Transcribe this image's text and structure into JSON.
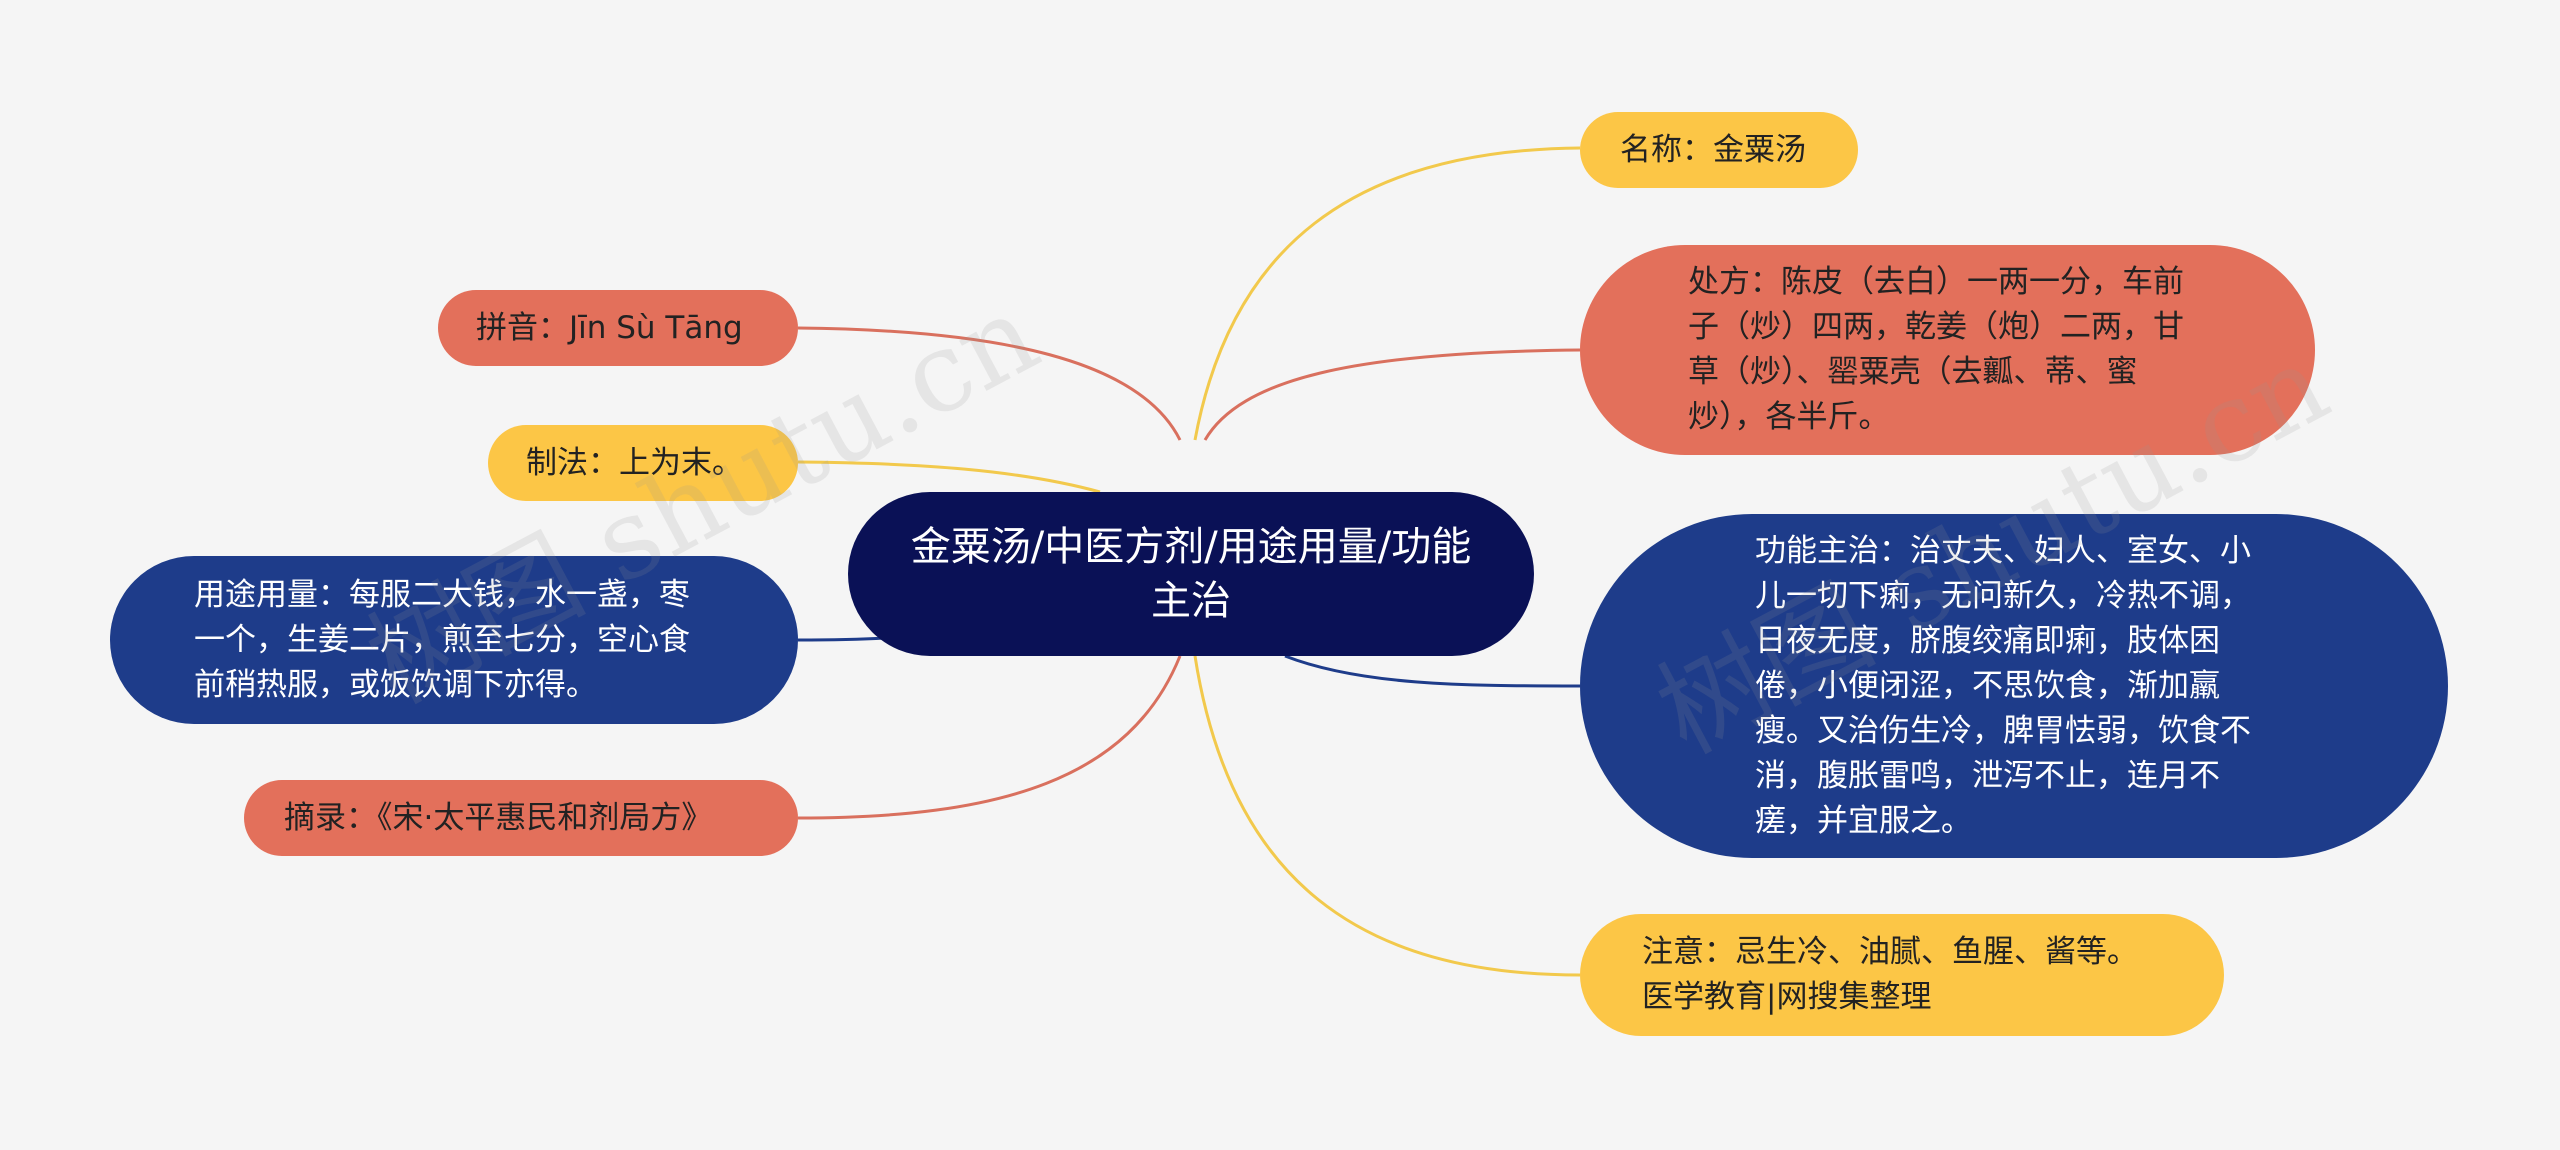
{
  "center": {
    "label": "金粟汤/中医方剂/用途用量/功能主治"
  },
  "nodes": {
    "name": {
      "label": "名称：金粟汤"
    },
    "prescription": {
      "label": "处方：陈皮（去白）一两一分，车前子（炒）四两，乾姜（炮）二两，甘草（炒）、罂粟壳（去瓤、蒂、蜜炒），各半斤。"
    },
    "function": {
      "label": "功能主治：治丈夫、妇人、室女、小儿一切下痢，无问新久，冷热不调，日夜无度，脐腹绞痛即痢，肢体困倦，小便闭涩，不思饮食，渐加羸瘦。又治伤生冷，脾胃怯弱，饮食不消，腹胀雷鸣，泄泻不止，连月不瘥，并宜服之。"
    },
    "caution": {
      "label": "注意：忌生冷、油腻、鱼腥、酱等。医学教育|网搜集整理"
    },
    "pinyin": {
      "label": "拼音：Jīn Sù Tāng"
    },
    "method": {
      "label": "制法：上为末。"
    },
    "usage": {
      "label": "用途用量：每服二大钱，水一盏，枣一个，生姜二片，煎至七分，空心食前稍热服，或饭饮调下亦得。"
    },
    "source": {
      "label": "摘录：《宋·太平惠民和剂局方》"
    }
  },
  "watermark": "树图 shutu.cn",
  "colors": {
    "background": "#f5f5f5",
    "center": "#0a1156",
    "yellow": "#fcc646",
    "red": "#e3705b",
    "blue": "#1e3c8a",
    "yellow_link": "#f2c94c",
    "red_link": "#d9705e",
    "blue_link": "#1e3c8a"
  }
}
